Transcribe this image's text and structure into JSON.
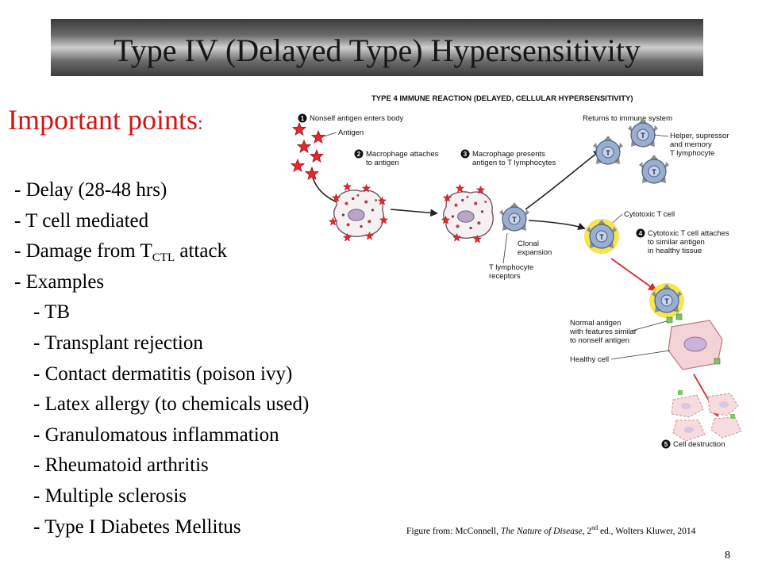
{
  "slide": {
    "title": "Type IV (Delayed Type) Hypersensitivity",
    "heading": "Important points",
    "heading_colon": ":",
    "points": [
      "- Delay (28-48 hrs)",
      "- T cell mediated",
      "- Damage from T",
      "- Examples",
      "- TB",
      "- Transplant rejection",
      "- Contact dermatitis (poison ivy)",
      "- Latex allergy (to chemicals used)",
      "- Granulomatous inflammation",
      "- Rheumatoid arthritis",
      "- Multiple sclerosis",
      "- Type I Diabetes Mellitus"
    ],
    "tctl_subscript": "CTL",
    "tctl_suffix": " attack",
    "page_number": "8"
  },
  "figure": {
    "header": "TYPE 4 IMMUNE REACTION (DELAYED, CELLULAR HYPERSENSITIVITY)",
    "step1_num": "1",
    "step1_text": "Nonself antigen enters body",
    "antigen_label": "Antigen",
    "step2_num": "2",
    "step2_line1": "Macrophage attaches",
    "step2_line2": "to antigen",
    "step3_num": "3",
    "step3_line1": "Macrophage presents",
    "step3_line2": "antigen to T lymphocytes",
    "returns_label": "Returns to immune system",
    "memory_line1": "Helper, supressor",
    "memory_line2": "and memory",
    "memory_line3": "T lymphocyte",
    "cytotoxic_label": "Cytotoxic T cell",
    "clonal_line1": "Clonal",
    "clonal_line2": "expansion",
    "receptors_line1": "T lymphocyte",
    "receptors_line2": "receptors",
    "step4_num": "4",
    "step4_line1": "Cytotoxic T cell attaches",
    "step4_line2": "to similar antigen",
    "step4_line3": "in healthy tissue",
    "normal_line1": "Normal antigen",
    "normal_line2": "with features similar",
    "normal_line3": "to nonself antigen",
    "healthy_label": "Healthy cell",
    "step5_num": "5",
    "step5_text": "Cell destruction",
    "t_label": "T"
  },
  "caption": {
    "prefix": "Figure from: McConnell, ",
    "book": "The Nature of Disease",
    "mid": ", 2",
    "sup": "nd",
    "suffix": " ed., Wolters Kluwer, 2014"
  },
  "colors": {
    "heading_red": "#d11414",
    "antigen_red": "#e8262d",
    "tcell_blue": "#9aaed0",
    "cytotoxic_yellow": "#f4e23c",
    "healthy_pink": "#f3d3d5",
    "arrow_red": "#d7282f"
  }
}
